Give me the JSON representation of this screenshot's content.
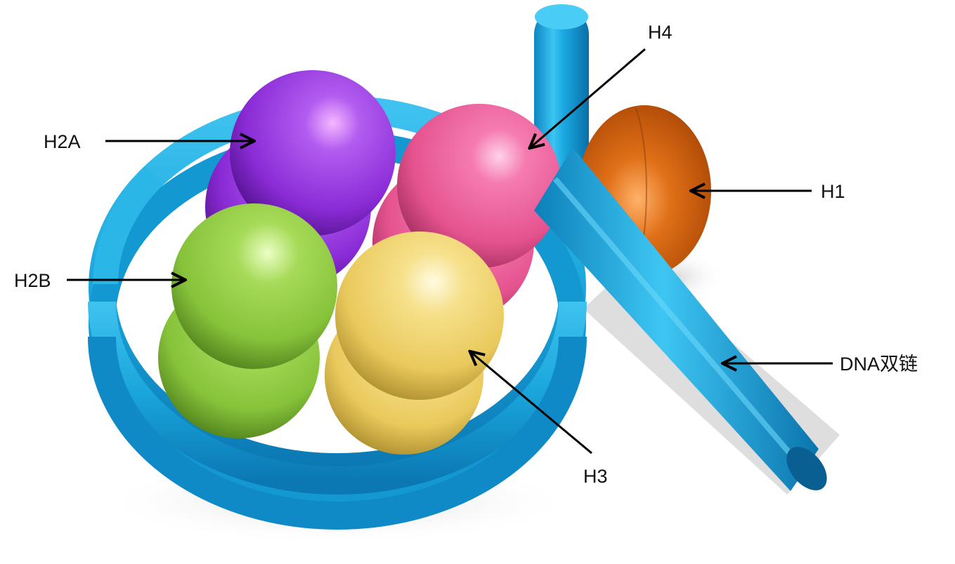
{
  "labels": {
    "h2a": "H2A",
    "h2b": "H2B",
    "h3": "H3",
    "h4": "H4",
    "h1": "H1",
    "dna": "DNA双链"
  },
  "colors": {
    "dna": "#1aa6dc",
    "h2a": "#9b35e0",
    "h2b": "#8ec940",
    "h3": "#eed16a",
    "h4": "#ec5c97",
    "h1": "#d7620e",
    "arrow": "#000000"
  }
}
